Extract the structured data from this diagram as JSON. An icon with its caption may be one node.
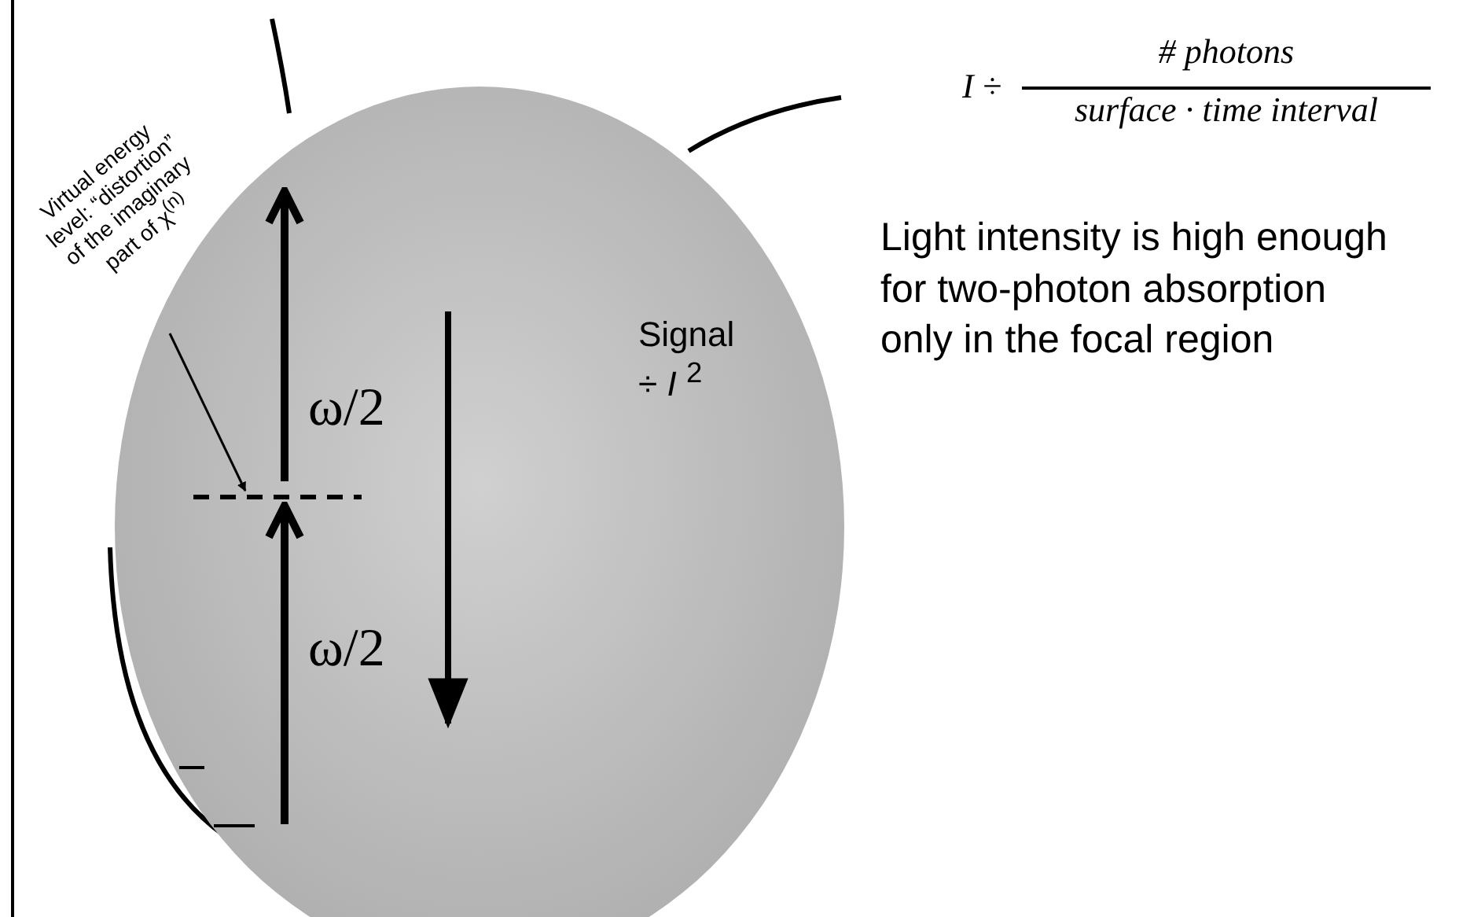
{
  "diagram": {
    "nodes": [
      {
        "text": [
          "Virtual energy level: “distortion” of the imaginary part of χ$^{(n)}$"
        ]
      },
      {
        "text": [],
        "shape": "line"
      }
    ],
    "edges": [
      {
        "from": 0,
        "to": 1,
        "arrow": "to"
      }
    ],
    "labels": [
      "I ÷",
      "# photons",
      "surface · time interval",
      "Light intensity is high enough for two-photon absorption only in the focal region",
      "ω/2",
      "ω/2",
      "Signal ÷ *I* $^{2}$"
    ]
  }
}
